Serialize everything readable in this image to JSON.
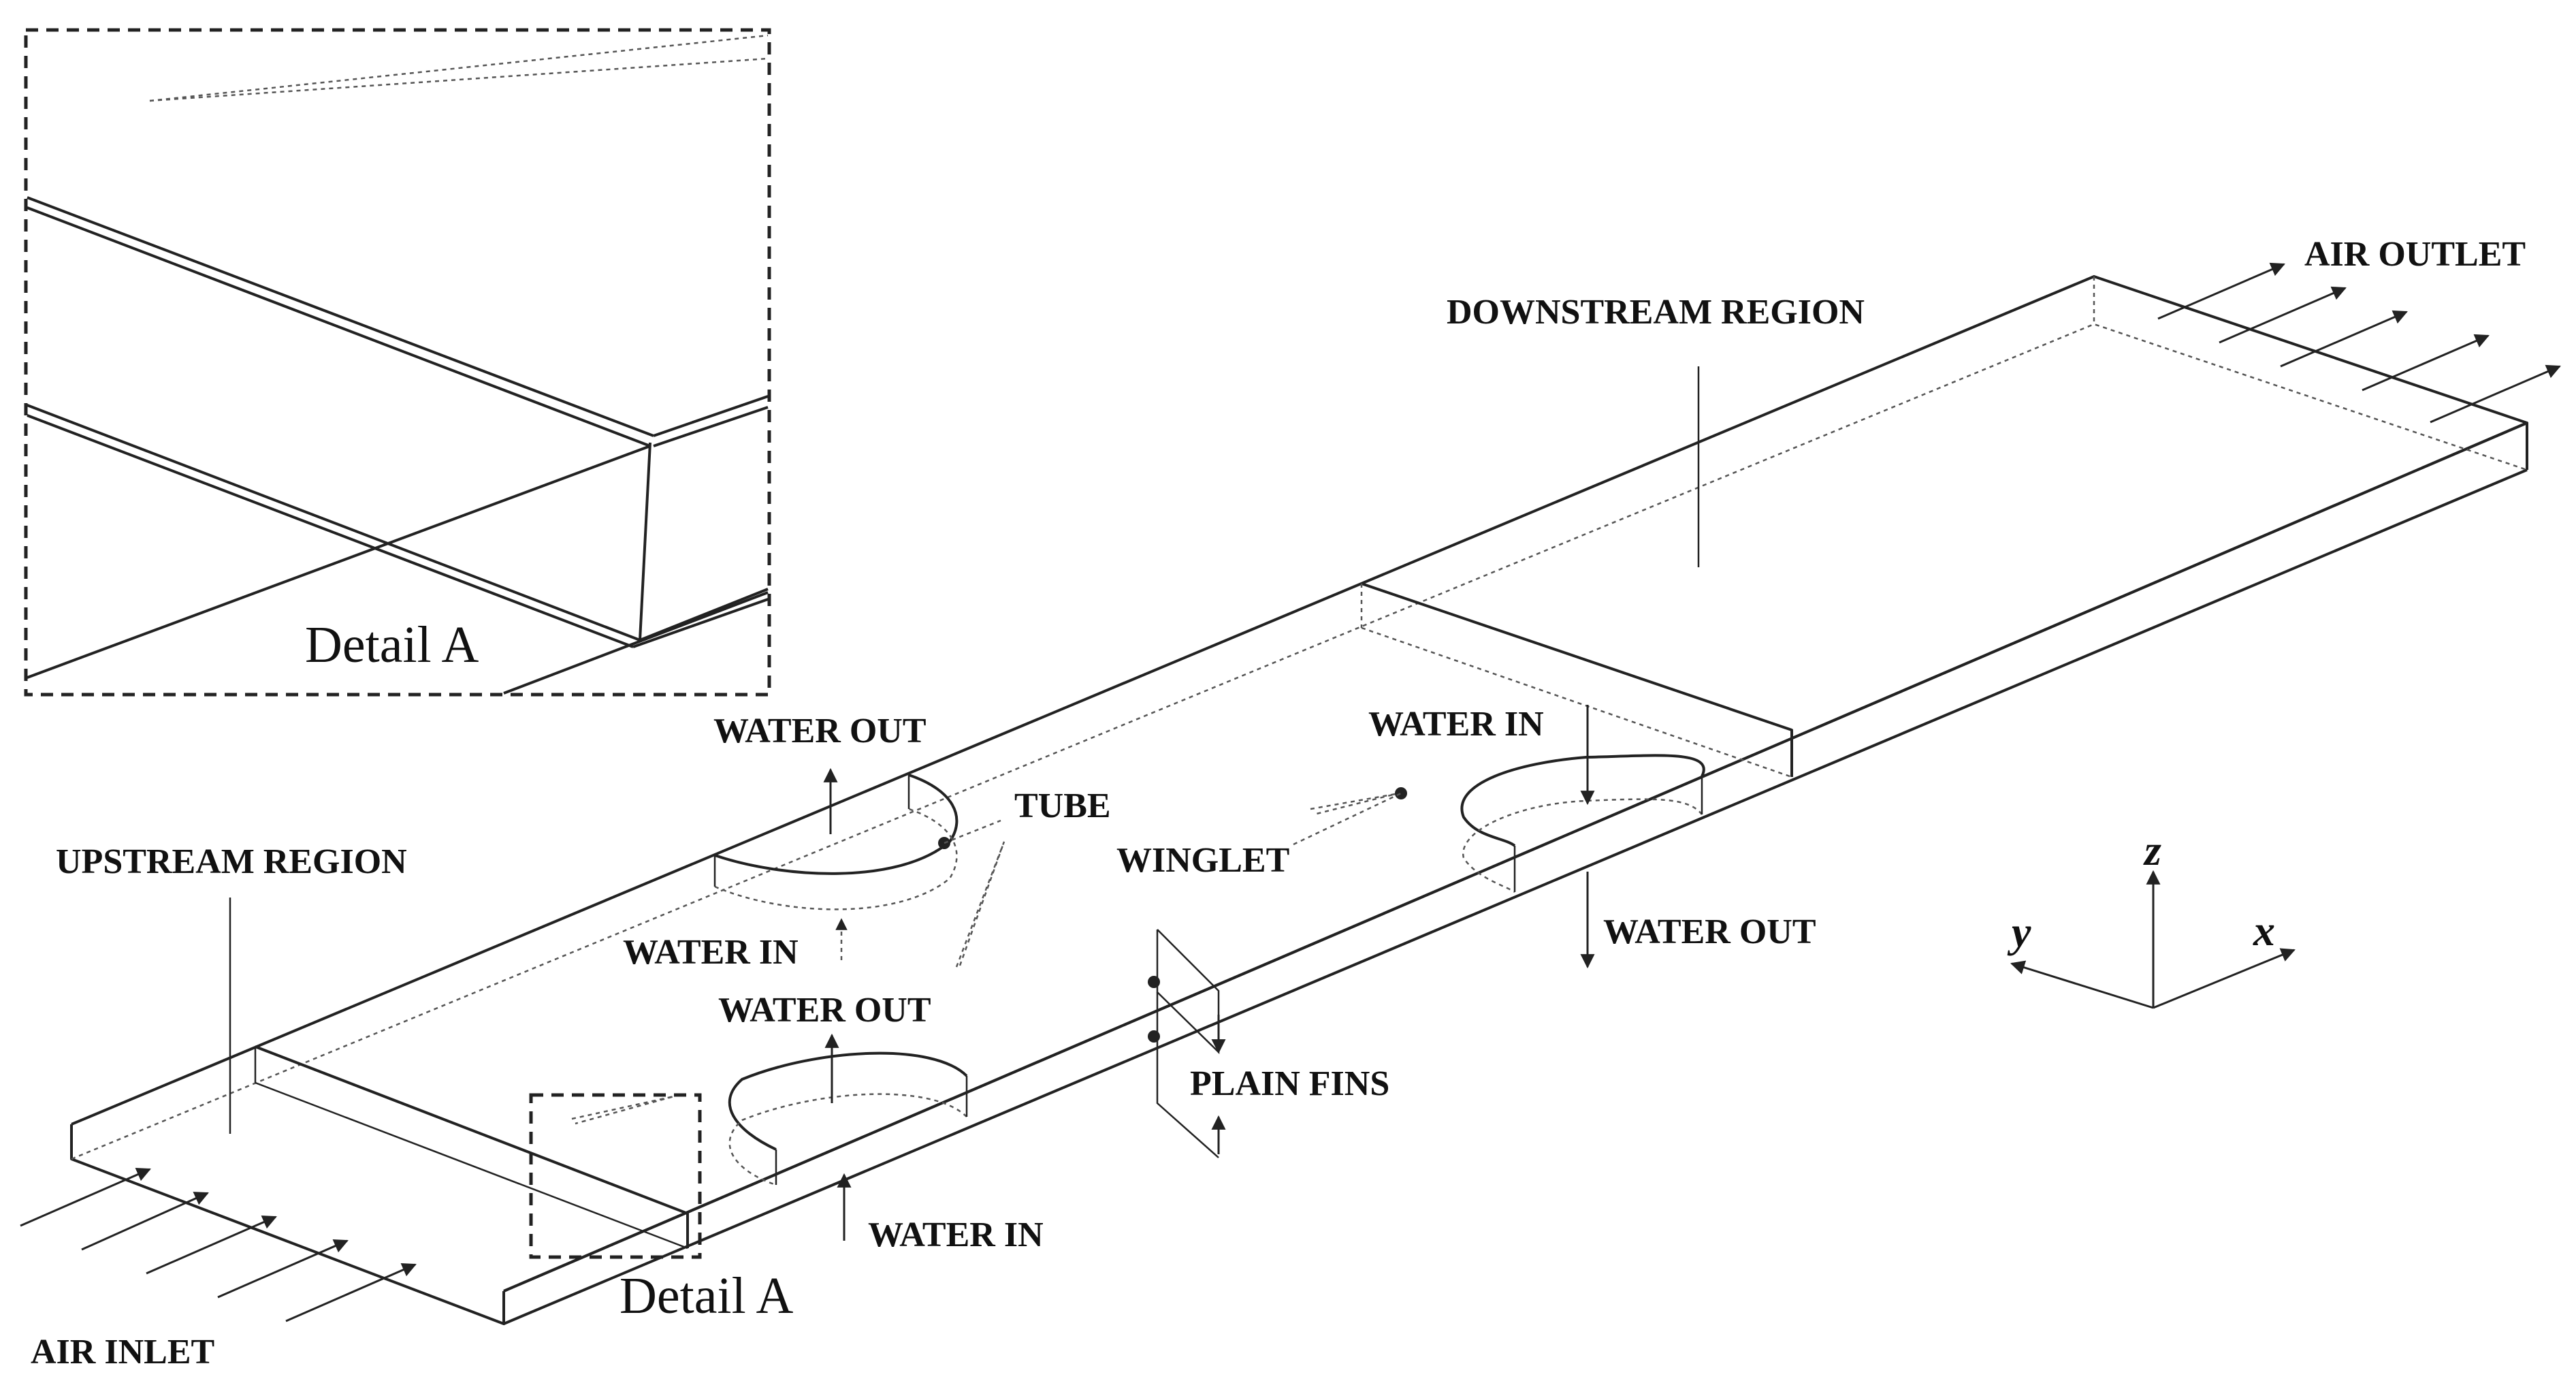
{
  "labels": {
    "air_inlet": "AIR INLET",
    "air_outlet": "AIR OUTLET",
    "upstream_region": "UPSTREAM REGION",
    "downstream_region": "DOWNSTREAM REGION",
    "tube": "TUBE",
    "winglet": "WINGLET",
    "plain_fins": "PLAIN FINS",
    "water_out_1": "WATER OUT",
    "water_in_1": "WATER IN",
    "water_out_2": "WATER OUT",
    "water_in_2": "WATER IN",
    "water_in_3": "WATER IN",
    "water_out_3": "WATER OUT",
    "detail_caption": "Detail A",
    "detail_inset_caption": "Detail A"
  },
  "axes": {
    "x": "x",
    "y": "y",
    "z": "z"
  },
  "colors": {
    "line": "#222222",
    "hidden_line": "#555555",
    "background": "#ffffff"
  }
}
